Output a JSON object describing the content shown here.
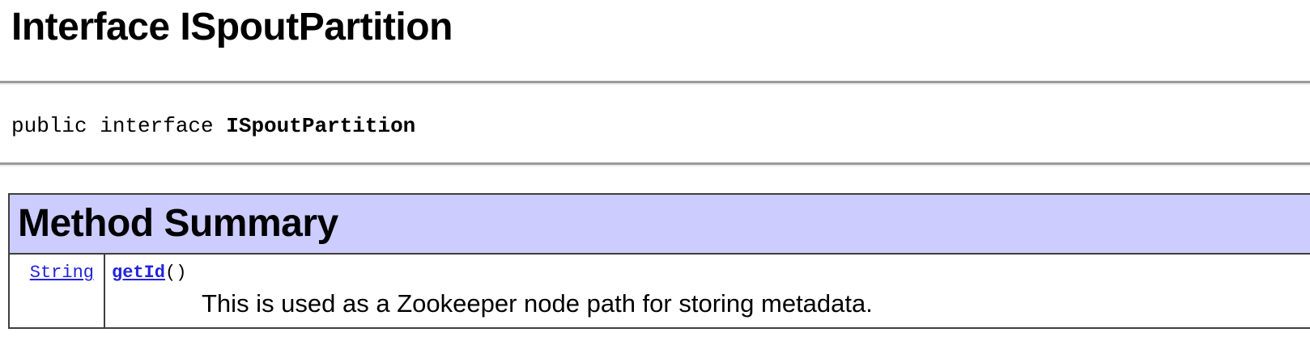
{
  "page": {
    "title": "Interface ISpoutPartition",
    "declaration": {
      "prefix": "public interface ",
      "interface_name": "ISpoutPartition"
    }
  },
  "method_summary": {
    "heading": "Method Summary",
    "rows": [
      {
        "return_type": "String",
        "method_name": "getId",
        "signature_suffix": "()",
        "description": "This is used as a Zookeeper node path for storing metadata."
      }
    ]
  },
  "colors": {
    "table_heading_bg": "#ccccff",
    "link_blue": "#2323dd",
    "table_border": "#3f3f3f",
    "rule_gray": "#9b9b9b"
  }
}
